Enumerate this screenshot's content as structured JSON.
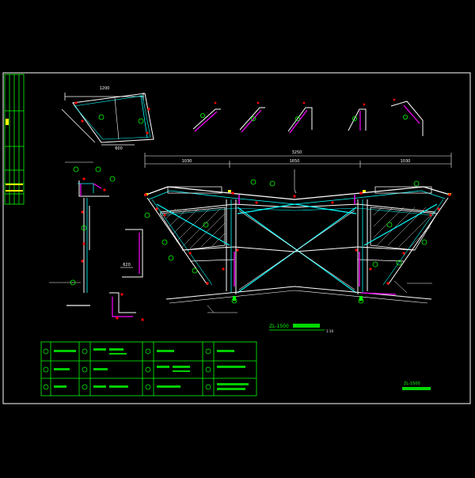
{
  "colors": {
    "background": "#000000",
    "frame": "#ffffff",
    "green": "#00ff00",
    "cyan": "#00ffff",
    "magenta": "#ff00ff",
    "red": "#ff0000",
    "yellow": "#ffff00",
    "white": "#ffffff"
  },
  "dimensions": {
    "overall": "3250",
    "left": "1030",
    "mid": "1650",
    "right": "1030",
    "detail_top": "1200",
    "detail_bottom": "600",
    "detail_right": "620"
  },
  "drawing_title": "ZL-1500",
  "drawing_scale": "1:10",
  "corner_title": {
    "line1": "ZL-1500",
    "line2": ""
  }
}
